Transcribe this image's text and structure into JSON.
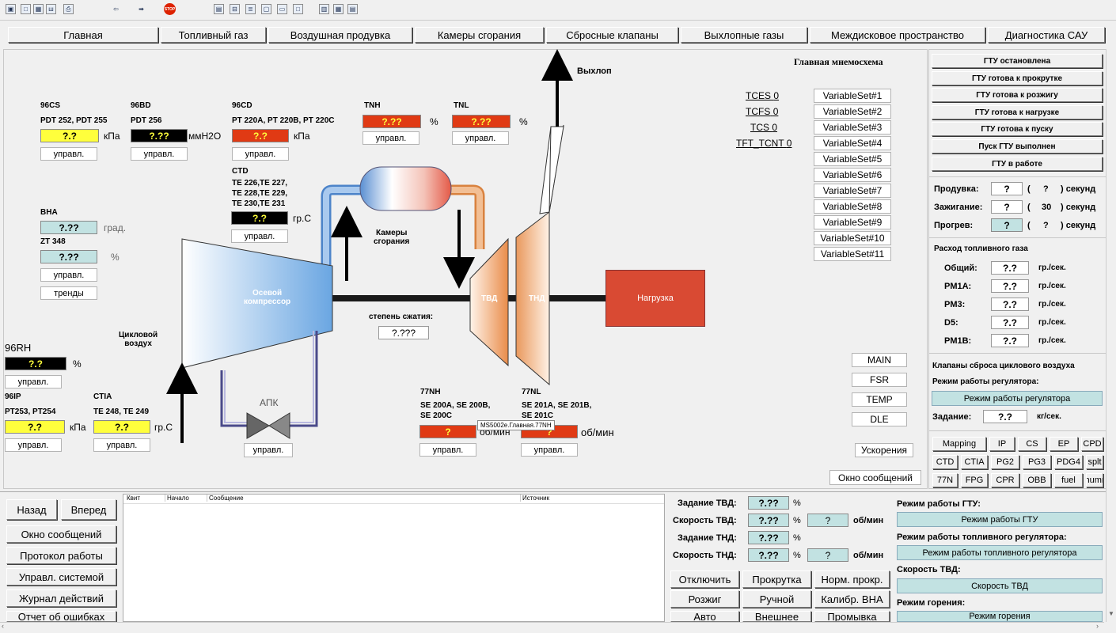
{
  "toolbar": {
    "icons": [
      "save-icon",
      "window-icon",
      "grid-icon",
      "chart-icon",
      "print-icon",
      "arrow-left-icon",
      "arrow-right-icon",
      "stop-icon",
      "table-icon",
      "window-icon",
      "list-icon"
    ],
    "stop_label": "STOP"
  },
  "tabs": [
    "Главная",
    "Топливный газ",
    "Воздушная продувка",
    "Камеры сгорания",
    "Сбросные клапаны",
    "Выхлопные газы",
    "Междисковое пространство",
    "Диагностика САУ"
  ],
  "diagram": {
    "title": "Главная мнемосхема",
    "exhaust": "Выхлоп",
    "chambers": "Камеры\nсгорания",
    "compressor": "Осевой\nкомпрессор",
    "tvd": "ТВД",
    "tnd": "ТНД",
    "load": "Нагрузка",
    "pressure_ratio_label": "степень сжатия:",
    "pressure_ratio_value": "?.???",
    "cyclic_air": "Цикловой\nвоздух",
    "apk": "АПК",
    "tooltip": "MS5002e.Главная.77NH"
  },
  "sensors": {
    "s96cs": {
      "title": "96CS",
      "sub": "PDT 252, PDT 255",
      "value": "?.?",
      "unit": "кПа",
      "btn": "управл."
    },
    "s96bd": {
      "title": "96BD",
      "sub": "PDT 256",
      "value": "?.??",
      "unit": "ммН2О",
      "btn": "управл."
    },
    "s96cd": {
      "title": "96CD",
      "sub": "PT 220A, PT 220B, PT 220C",
      "value": "?.?",
      "unit": "кПа",
      "btn": "управл."
    },
    "tnh": {
      "title": "TNH",
      "value": "?.??",
      "unit": "%",
      "btn": "управл."
    },
    "tnl": {
      "title": "TNL",
      "value": "?.??",
      "unit": "%",
      "btn": "управл."
    },
    "ctd": {
      "title": "CTD",
      "l1": "TE 226,TE 227,",
      "l2": "TE 228,TE 229,",
      "l3": "TE 230,TE 231",
      "value": "?.?",
      "unit": "гр.С",
      "btn": "управл."
    },
    "bha": {
      "title": "BHA",
      "value": "?.??",
      "unit": "град.",
      "sub": "ZT 348",
      "value2": "?.??",
      "unit2": "%",
      "btn": "управл.",
      "btn2": "тренды"
    },
    "s96rh": {
      "title": "96RH",
      "value": "?.?",
      "unit": "%",
      "btn": "управл."
    },
    "s96ip": {
      "title": "96IP",
      "sub": "PT253, PT254",
      "value": "?.?",
      "unit": "кПа",
      "btn": "управл."
    },
    "ctia": {
      "title": "CTIA",
      "sub": "TE 248, TE 249",
      "value": "?.?",
      "unit": "гр.С",
      "btn": "управл."
    },
    "apk_btn": "управл.",
    "nh77": {
      "title": "77NH",
      "l1": "SE 200A, SE 200B,",
      "l2": "SE 200C",
      "value": "?",
      "unit": "об/мин",
      "btn": "управл."
    },
    "nl77": {
      "title": "77NL",
      "l1": "SE 201A, SE 201B,",
      "l2": "SE 201C",
      "value": "?",
      "unit": "об/мин",
      "btn": "управл."
    }
  },
  "counters": [
    {
      "label": "TCES",
      "value": "0"
    },
    {
      "label": "TCFS",
      "value": "0"
    },
    {
      "label": "TCS",
      "value": "0"
    },
    {
      "label": "TFT_TCNT",
      "value": "0"
    }
  ],
  "varsets": [
    "VariableSet#1",
    "VariableSet#2",
    "VariableSet#3",
    "VariableSet#4",
    "VariableSet#5",
    "VariableSet#6",
    "VariableSet#7",
    "VariableSet#8",
    "VariableSet#9",
    "VariableSet#10",
    "VariableSet#11"
  ],
  "modes": [
    "MAIN",
    "FSR",
    "TEMP",
    "DLE"
  ],
  "accel_btn": "Ускорения",
  "msg_window_btn": "Окно сообщений",
  "right": {
    "statuses": [
      "ГТУ остановлена",
      "ГТУ готова к прокрутке",
      "ГТУ готова к розжигу",
      "ГТУ готова к нагрузке",
      "ГТУ готова к пуску",
      "Пуск ГТУ выполнен",
      "ГТУ в работе"
    ],
    "timers": [
      {
        "label": "Продувка:",
        "v1": "?",
        "v2": "?",
        "unit": "секунд"
      },
      {
        "label": "Зажигание:",
        "v1": "?",
        "v2": "30",
        "unit": "секунд"
      },
      {
        "label": "Прогрев:",
        "v1": "?",
        "v2": "?",
        "unit": "секунд"
      }
    ],
    "fuel_title": "Расход топливного газа",
    "fuel": [
      {
        "label": "Общий:",
        "value": "?.?",
        "unit": "гр./сек."
      },
      {
        "label": "PM1A:",
        "value": "?.?",
        "unit": "гр./сек."
      },
      {
        "label": "PM3:",
        "value": "?.?",
        "unit": "гр./сек."
      },
      {
        "label": "D5:",
        "value": "?.?",
        "unit": "гр./сек."
      },
      {
        "label": "PM1B:",
        "value": "?.?",
        "unit": "гр./сек."
      }
    ],
    "valves_title": "Клапаны сброса циклового воздуха",
    "reg_mode_label": "Режим работы регулятора:",
    "reg_mode_value": "Режим работы регулятора",
    "setpoint_label": "Задание:",
    "setpoint_value": "?.?",
    "setpoint_unit": "кг/сек.",
    "grid": [
      [
        "Mapping",
        "IP",
        "CS",
        "EP",
        "CPD"
      ],
      [
        "CTD",
        "CTIA",
        "PG2",
        "PG3",
        "PDG4",
        "splt"
      ],
      [
        "77N",
        "FPG",
        "CPR",
        "OBB",
        "fuel",
        "humr"
      ]
    ]
  },
  "bottom": {
    "nav": [
      [
        "Назад",
        "Вперед"
      ],
      [
        "Окно сообщений"
      ],
      [
        "Протокол работы"
      ],
      [
        "Управл. системой"
      ],
      [
        "Журнал действий"
      ],
      [
        "Отчет об ошибках"
      ]
    ],
    "log_cols": [
      "Квит",
      "Начало",
      "Сообщение",
      "Источник"
    ],
    "rows": [
      {
        "label": "Задание ТВД:",
        "value": "?.??",
        "unit": "%"
      },
      {
        "label": "Скорость ТВД:",
        "value": "?.??",
        "unit": "%",
        "extra": "?",
        "extra_unit": "об/мин"
      },
      {
        "label": "Задание ТНД:",
        "value": "?.??",
        "unit": "%"
      },
      {
        "label": "Скорость ТНД:",
        "value": "?.??",
        "unit": "%",
        "extra": "?",
        "extra_unit": "об/мин"
      }
    ],
    "cmds": [
      [
        "Отключить",
        "Прокрутка",
        "Норм. прокр."
      ],
      [
        "Розжиг",
        "Ручной",
        "Калибр. ВНА"
      ],
      [
        "Авто",
        "Внешнее",
        "Промывка"
      ]
    ],
    "modes": [
      {
        "label": "Режим работы ГТУ:",
        "value": "Режим работы ГТУ"
      },
      {
        "label": "Режим работы топливного регулятора:",
        "value": "Режим работы топливного регулятора"
      },
      {
        "label": "Скорость ТВД:",
        "value": "Скорость ТВД"
      },
      {
        "label": "Режим горения:",
        "value": "Режим горения"
      }
    ]
  }
}
